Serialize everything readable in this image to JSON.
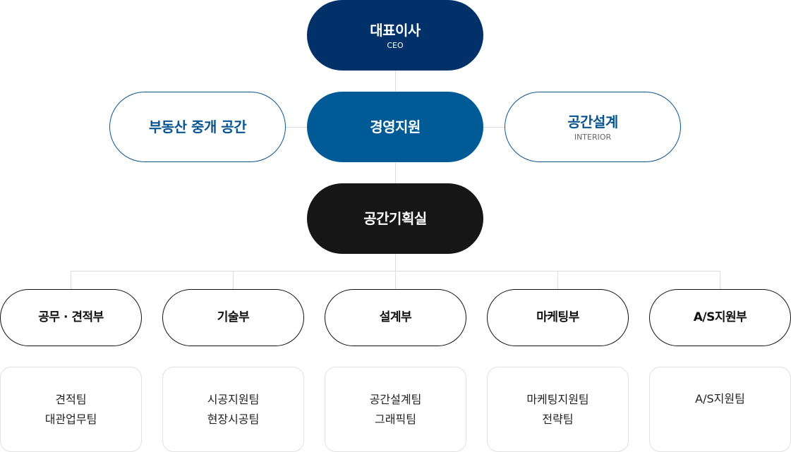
{
  "ceo": {
    "title": "대표이사",
    "subtitle": "CEO"
  },
  "support": {
    "title": "경영지원"
  },
  "realestate": {
    "title": "부동산 중개 공간"
  },
  "design": {
    "title": "공간설계",
    "subtitle": "INTERIOR"
  },
  "planning": {
    "title": "공간기획실"
  },
  "departments": [
    {
      "name": "공무 · 견적부",
      "teams": [
        "견적팀",
        "대관업무팀"
      ]
    },
    {
      "name": "기술부",
      "teams": [
        "시공지원팀",
        "현장시공팀"
      ]
    },
    {
      "name": "설계부",
      "teams": [
        "공간설계팀",
        "그래픽팀"
      ]
    },
    {
      "name": "마케팅부",
      "teams": [
        "마케팅지원팀",
        "전략팀"
      ]
    },
    {
      "name": "A/S지원부",
      "teams": [
        "A/S지원팀"
      ]
    }
  ],
  "colors": {
    "ceo": "#02316a",
    "support": "#005a96",
    "outline_blue": "#08558f",
    "planning": "#161616",
    "connector": "#dcdcdc"
  }
}
